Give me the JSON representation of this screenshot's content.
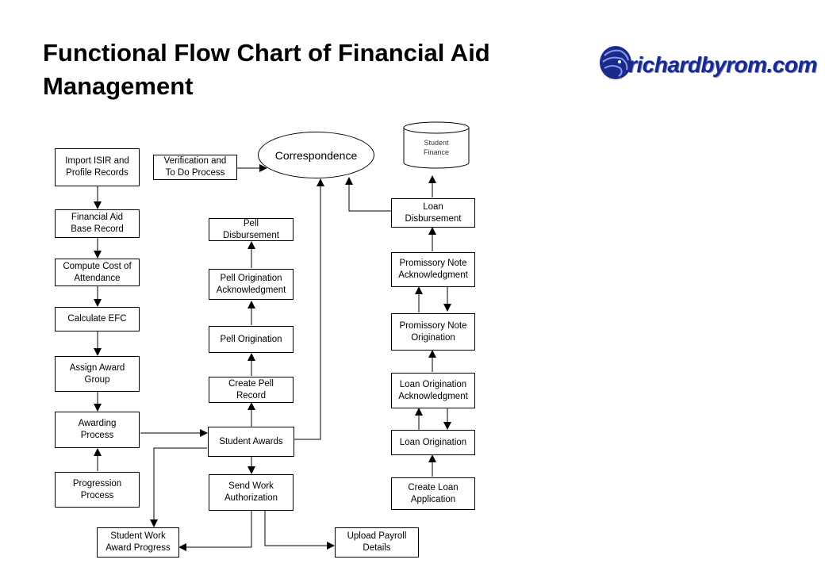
{
  "title": "Functional Flow Chart of Financial Aid Management",
  "logo": {
    "text": "richardbyrom.com",
    "color": "#1a2a8c"
  },
  "nodes": {
    "import_isir": "Import ISIR and\nProfile Records",
    "fa_base": "Financial Aid\nBase Record",
    "cost_attendance": "Compute Cost of\nAttendance",
    "calc_efc": "Calculate EFC",
    "assign_award": "Assign Award\nGroup",
    "awarding": "Awarding\nProcess",
    "progression": "Progression\nProcess",
    "verification": "Verification and\nTo Do Process",
    "correspondence": "Correspondence",
    "student_finance": "Student\nFinance",
    "pell_disbursement": "Pell\nDisbursement",
    "pell_orig_ack": "Pell Origination\nAcknowledgment",
    "pell_origination": "Pell Origination",
    "create_pell": "Create Pell\nRecord",
    "student_awards": "Student Awards",
    "send_work": "Send Work\nAuthorization",
    "student_work": "Student Work\nAward Progress",
    "upload_payroll": "Upload Payroll\nDetails",
    "loan_disbursement": "Loan\nDisbursement",
    "prom_note_ack": "Promissory Note\nAcknowledgment",
    "prom_note_orig": "Promissory Note\nOrigination",
    "loan_orig_ack": "Loan Origination\nAcknowledgment",
    "loan_origination": "Loan Origination",
    "create_loan": "Create Loan\nApplication"
  }
}
